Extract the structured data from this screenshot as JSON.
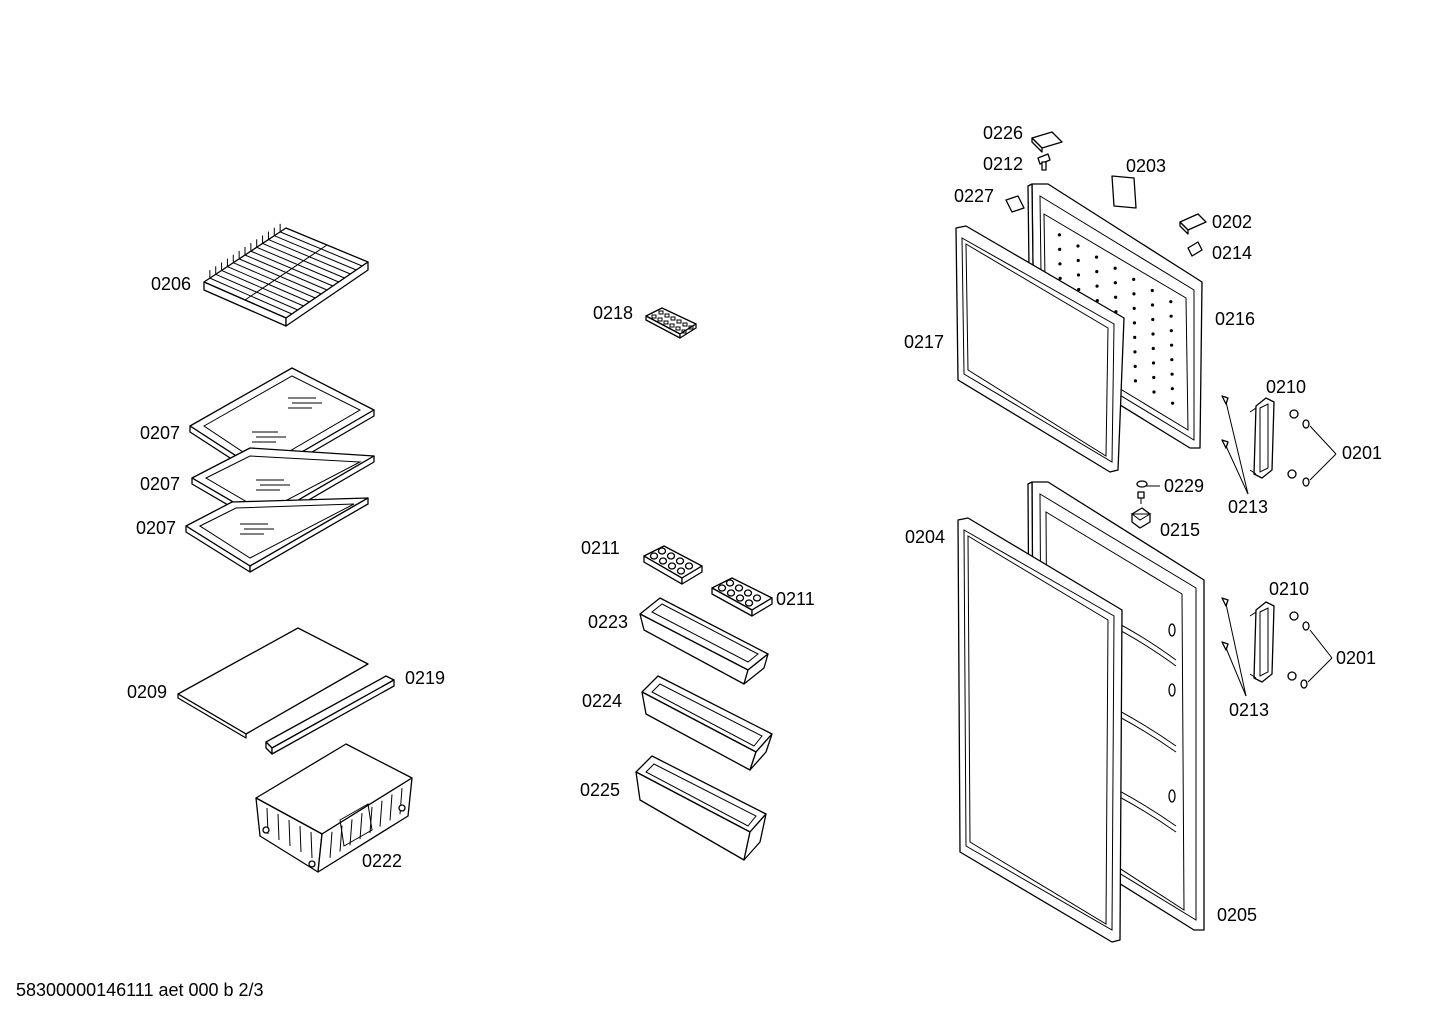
{
  "labels": {
    "p0226": "0226",
    "p0212": "0212",
    "p0203": "0203",
    "p0227": "0227",
    "p0202": "0202",
    "p0214": "0214",
    "p0206": "0206",
    "p0218": "0218",
    "p0216": "0216",
    "p0217": "0217",
    "p0207a": "0207",
    "p0207b": "0207",
    "p0207c": "0207",
    "p0210a": "0210",
    "p0201a": "0201",
    "p0229": "0229",
    "p0213a": "0213",
    "p0215": "0215",
    "p0211a": "0211",
    "p0204": "0204",
    "p0211b": "0211",
    "p0210b": "0210",
    "p0223": "0223",
    "p0201b": "0201",
    "p0209": "0209",
    "p0219": "0219",
    "p0224": "0224",
    "p0213b": "0213",
    "p0225": "0225",
    "p0222": "0222",
    "p0205": "0205"
  },
  "footer": "58300000146111 aet 000 b 2/3"
}
